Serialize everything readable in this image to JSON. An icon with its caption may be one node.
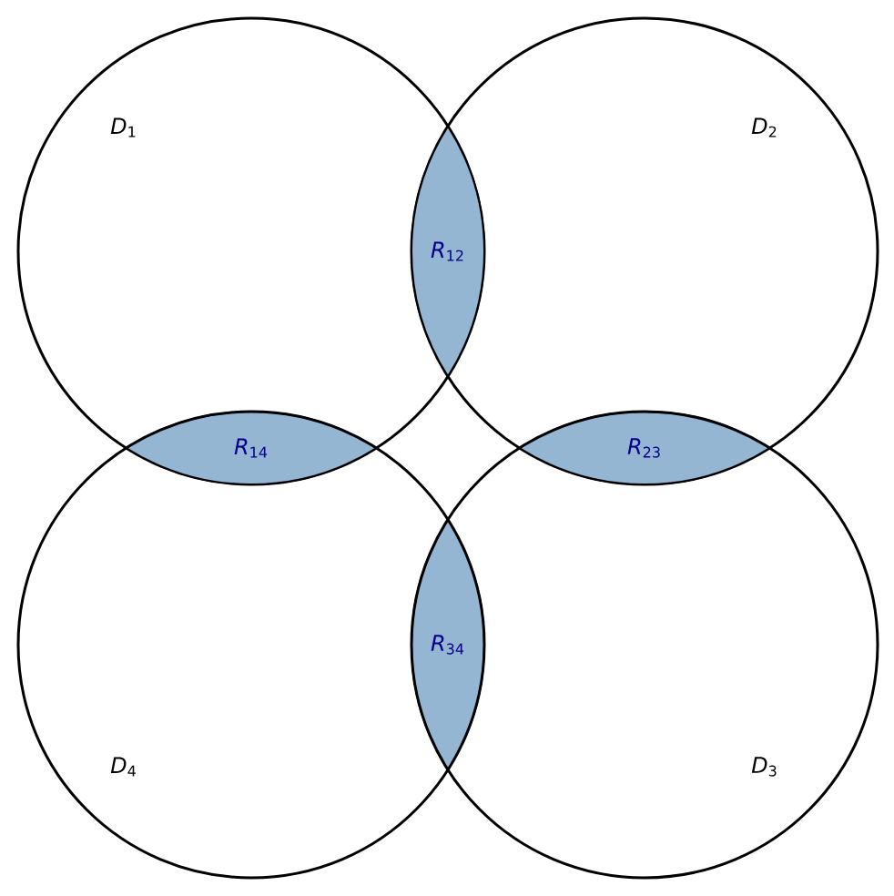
{
  "diagram": {
    "nodes": [
      {
        "text": [
          "*D*$_{1}$"
        ]
      },
      {
        "text": [
          "*D*$_{2}$"
        ]
      },
      {
        "text": [
          "*R*$_{12}$"
        ]
      },
      {
        "text": [
          "*R*$_{14}$"
        ]
      },
      {
        "text": [
          "*R*$_{23}$"
        ]
      },
      {
        "text": [
          "*R*$_{34}$"
        ]
      },
      {
        "text": [
          "*D*$_{4}$"
        ]
      },
      {
        "text": [
          "*D*$_{3}$"
        ]
      }
    ]
  }
}
